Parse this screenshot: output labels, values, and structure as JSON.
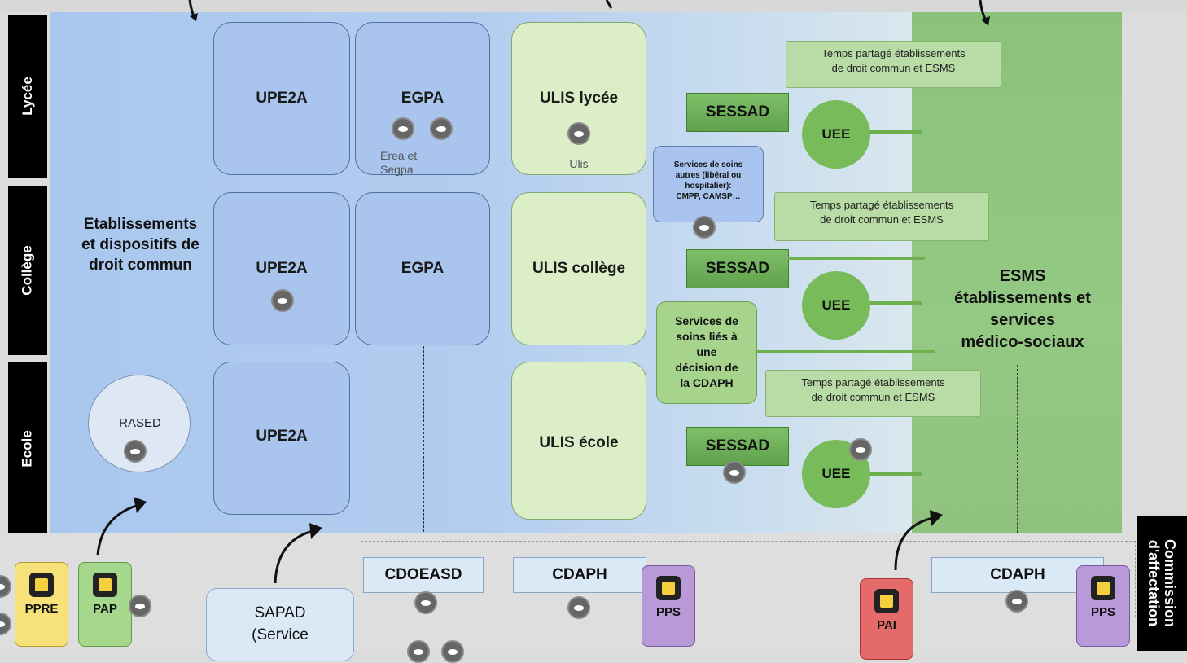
{
  "levels": {
    "lycee": "Lycée",
    "college": "Collège",
    "ecole": "Ecole"
  },
  "droit_commun": {
    "line1": "Etablissements",
    "line2": "et dispositifs de",
    "line3": "droit commun"
  },
  "rased": "RASED",
  "columns": {
    "upe2a": "UPE2A",
    "egpa": "EGPA",
    "egpa_sub": "Erea et Segpa",
    "ulis_lycee": "ULIS lycée",
    "ulis_sub": "Ulis",
    "ulis_college": "ULIS collège",
    "ulis_ecole": "ULIS école"
  },
  "sessad": "SESSAD",
  "uee": "UEE",
  "temps": {
    "line1": "Temps partagé établissements",
    "line2": "de droit commun et ESMS"
  },
  "soins_autres": {
    "l1": "Services de soins",
    "l2": "autres (libéral ou",
    "l3": "hospitalier):",
    "l4": "CMPP, CAMSP…"
  },
  "soins_lies": {
    "l1": "Services de",
    "l2": "soins liés à",
    "l3": "une",
    "l4": "décision de",
    "l5": "la CDAPH"
  },
  "esms": {
    "l1": "ESMS",
    "l2": "établissements et",
    "l3": "services",
    "l4": "médico-sociaux"
  },
  "bottom": {
    "ppre": "PPRE",
    "pap": "PAP",
    "sapad_l1": "SAPAD",
    "sapad_l2": "(Service",
    "cdoeasd": "CDOEASD",
    "cdaph": "CDAPH",
    "pps": "PPS",
    "pai": "PAI",
    "commission_l1": "Commission",
    "commission_l2": "d'affectation"
  }
}
